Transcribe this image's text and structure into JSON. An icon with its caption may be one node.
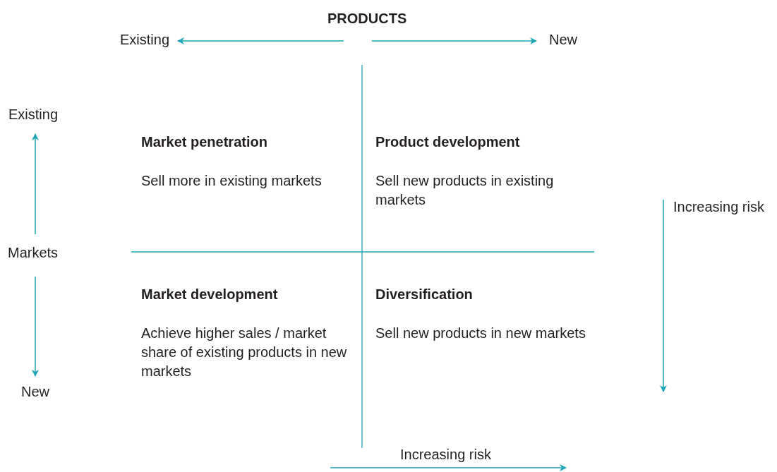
{
  "diagram": {
    "nodes": [
      {
        "text": [
          "Market penetration",
          "Sell more in existing markets"
        ]
      },
      {
        "text": [
          "Product development",
          "Sell new products in existing markets"
        ]
      },
      {
        "text": [
          "Market development",
          "Achieve higher sales / market share of existing products in new markets"
        ]
      },
      {
        "text": [
          "Diversification",
          "Sell new products in new markets"
        ]
      }
    ],
    "labels": [
      "PRODUCTS",
      "Existing",
      "New",
      "Existing",
      "Increasing risk",
      "Markets",
      "New",
      "Increasing risk"
    ]
  }
}
